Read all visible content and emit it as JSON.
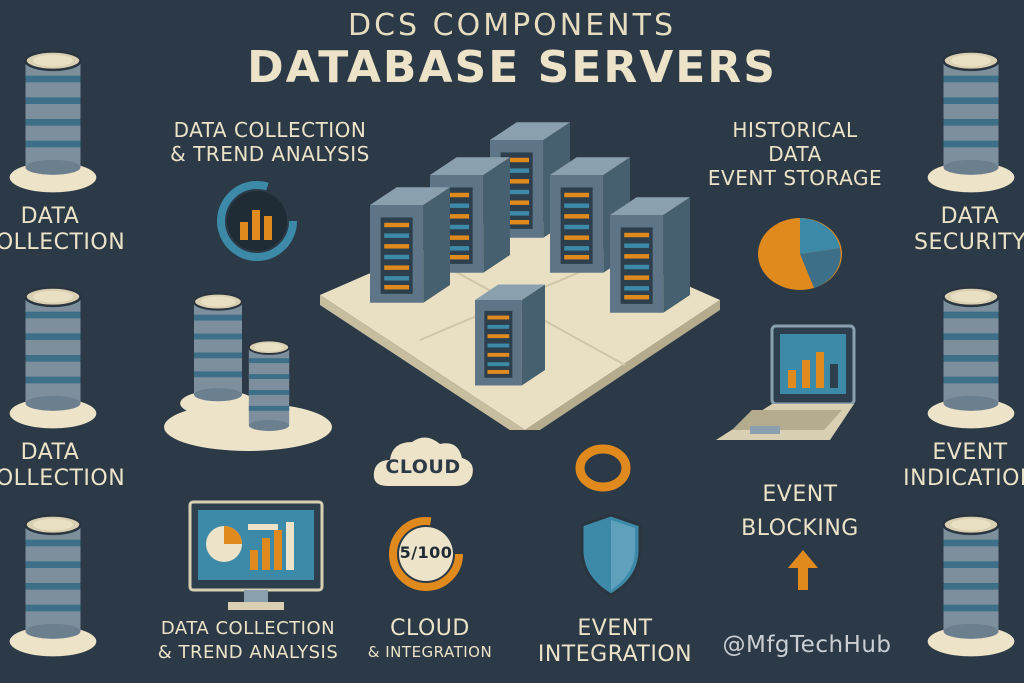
{
  "header": {
    "subtitle": "DCS COMPONENTS",
    "title": "DATABASE SERVERS"
  },
  "labels": {
    "left_top_a": "DATA",
    "left_top_b": "COLLECTION",
    "left_mid_a": "DATA",
    "left_mid_b": "COLLECTION",
    "trend_top_a": "DATA COLLECTION",
    "trend_top_b": "& TREND ANALYSIS",
    "historical_a": "HISTORICAL",
    "historical_b": "DATA",
    "historical_c": "EVENT STORAGE",
    "right_top_a": "DATA",
    "right_top_b": "SECURITY",
    "right_mid_a": "EVENT",
    "right_mid_b": "INDICATION",
    "event_blocking_a": "EVENT",
    "event_blocking_b": "BLOCKING",
    "cloud_badge": "CLOUD",
    "ring_value": "5/100",
    "trend_bottom_a": "DATA COLLECTION",
    "trend_bottom_b": "& TREND ANALYSIS",
    "cloud_integration_a": "CLOUD",
    "cloud_integration_b": "& INTEGRATION",
    "event_integration_a": "EVENT",
    "event_integration_b": "INTEGRATION",
    "handle": "@MfgTechHub"
  },
  "colors": {
    "background": "#2c3a47",
    "cream": "#ece3c8",
    "teal": "#3d8aa8",
    "orange": "#e08a1e",
    "server_gray": "#6b7f8f"
  },
  "icons": [
    "database-stack-icon",
    "server-rack-icon",
    "bar-chart-gauge-icon",
    "pie-chart-icon",
    "laptop-icon",
    "monitor-dashboard-icon",
    "cloud-icon",
    "ring-gauge-icon",
    "shield-icon",
    "orange-ring-icon",
    "arrow-up-icon"
  ]
}
